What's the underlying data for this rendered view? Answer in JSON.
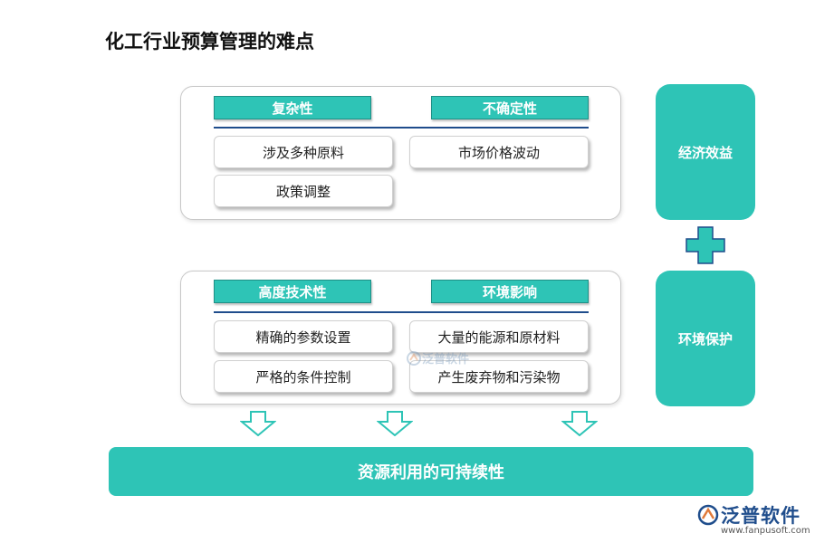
{
  "title": "化工行业预算管理的难点",
  "top_panel": {
    "headers": [
      "复杂性",
      "不确定性"
    ],
    "items": [
      "涉及多种原料",
      "市场价格波动",
      "政策调整"
    ]
  },
  "bottom_panel": {
    "headers": [
      "高度技术性",
      "环境影响"
    ],
    "items": [
      "精确的参数设置",
      "大量的能源和原材料",
      "严格的条件控制",
      "产生废弃物和污染物"
    ]
  },
  "side_boxes": [
    "经济效益",
    "环境保护"
  ],
  "bottom_bar": "资源利用的可持续性",
  "watermark": "泛普软件",
  "logo": {
    "name": "泛普软件",
    "url": "www.fanpusoft.com"
  },
  "colors": {
    "teal": "#2ec4b6",
    "navy": "#1f4d8c"
  },
  "icons": {
    "plus": "plus-icon",
    "arrow": "down-arrow-icon",
    "logo": "fanpu-logo-icon"
  }
}
